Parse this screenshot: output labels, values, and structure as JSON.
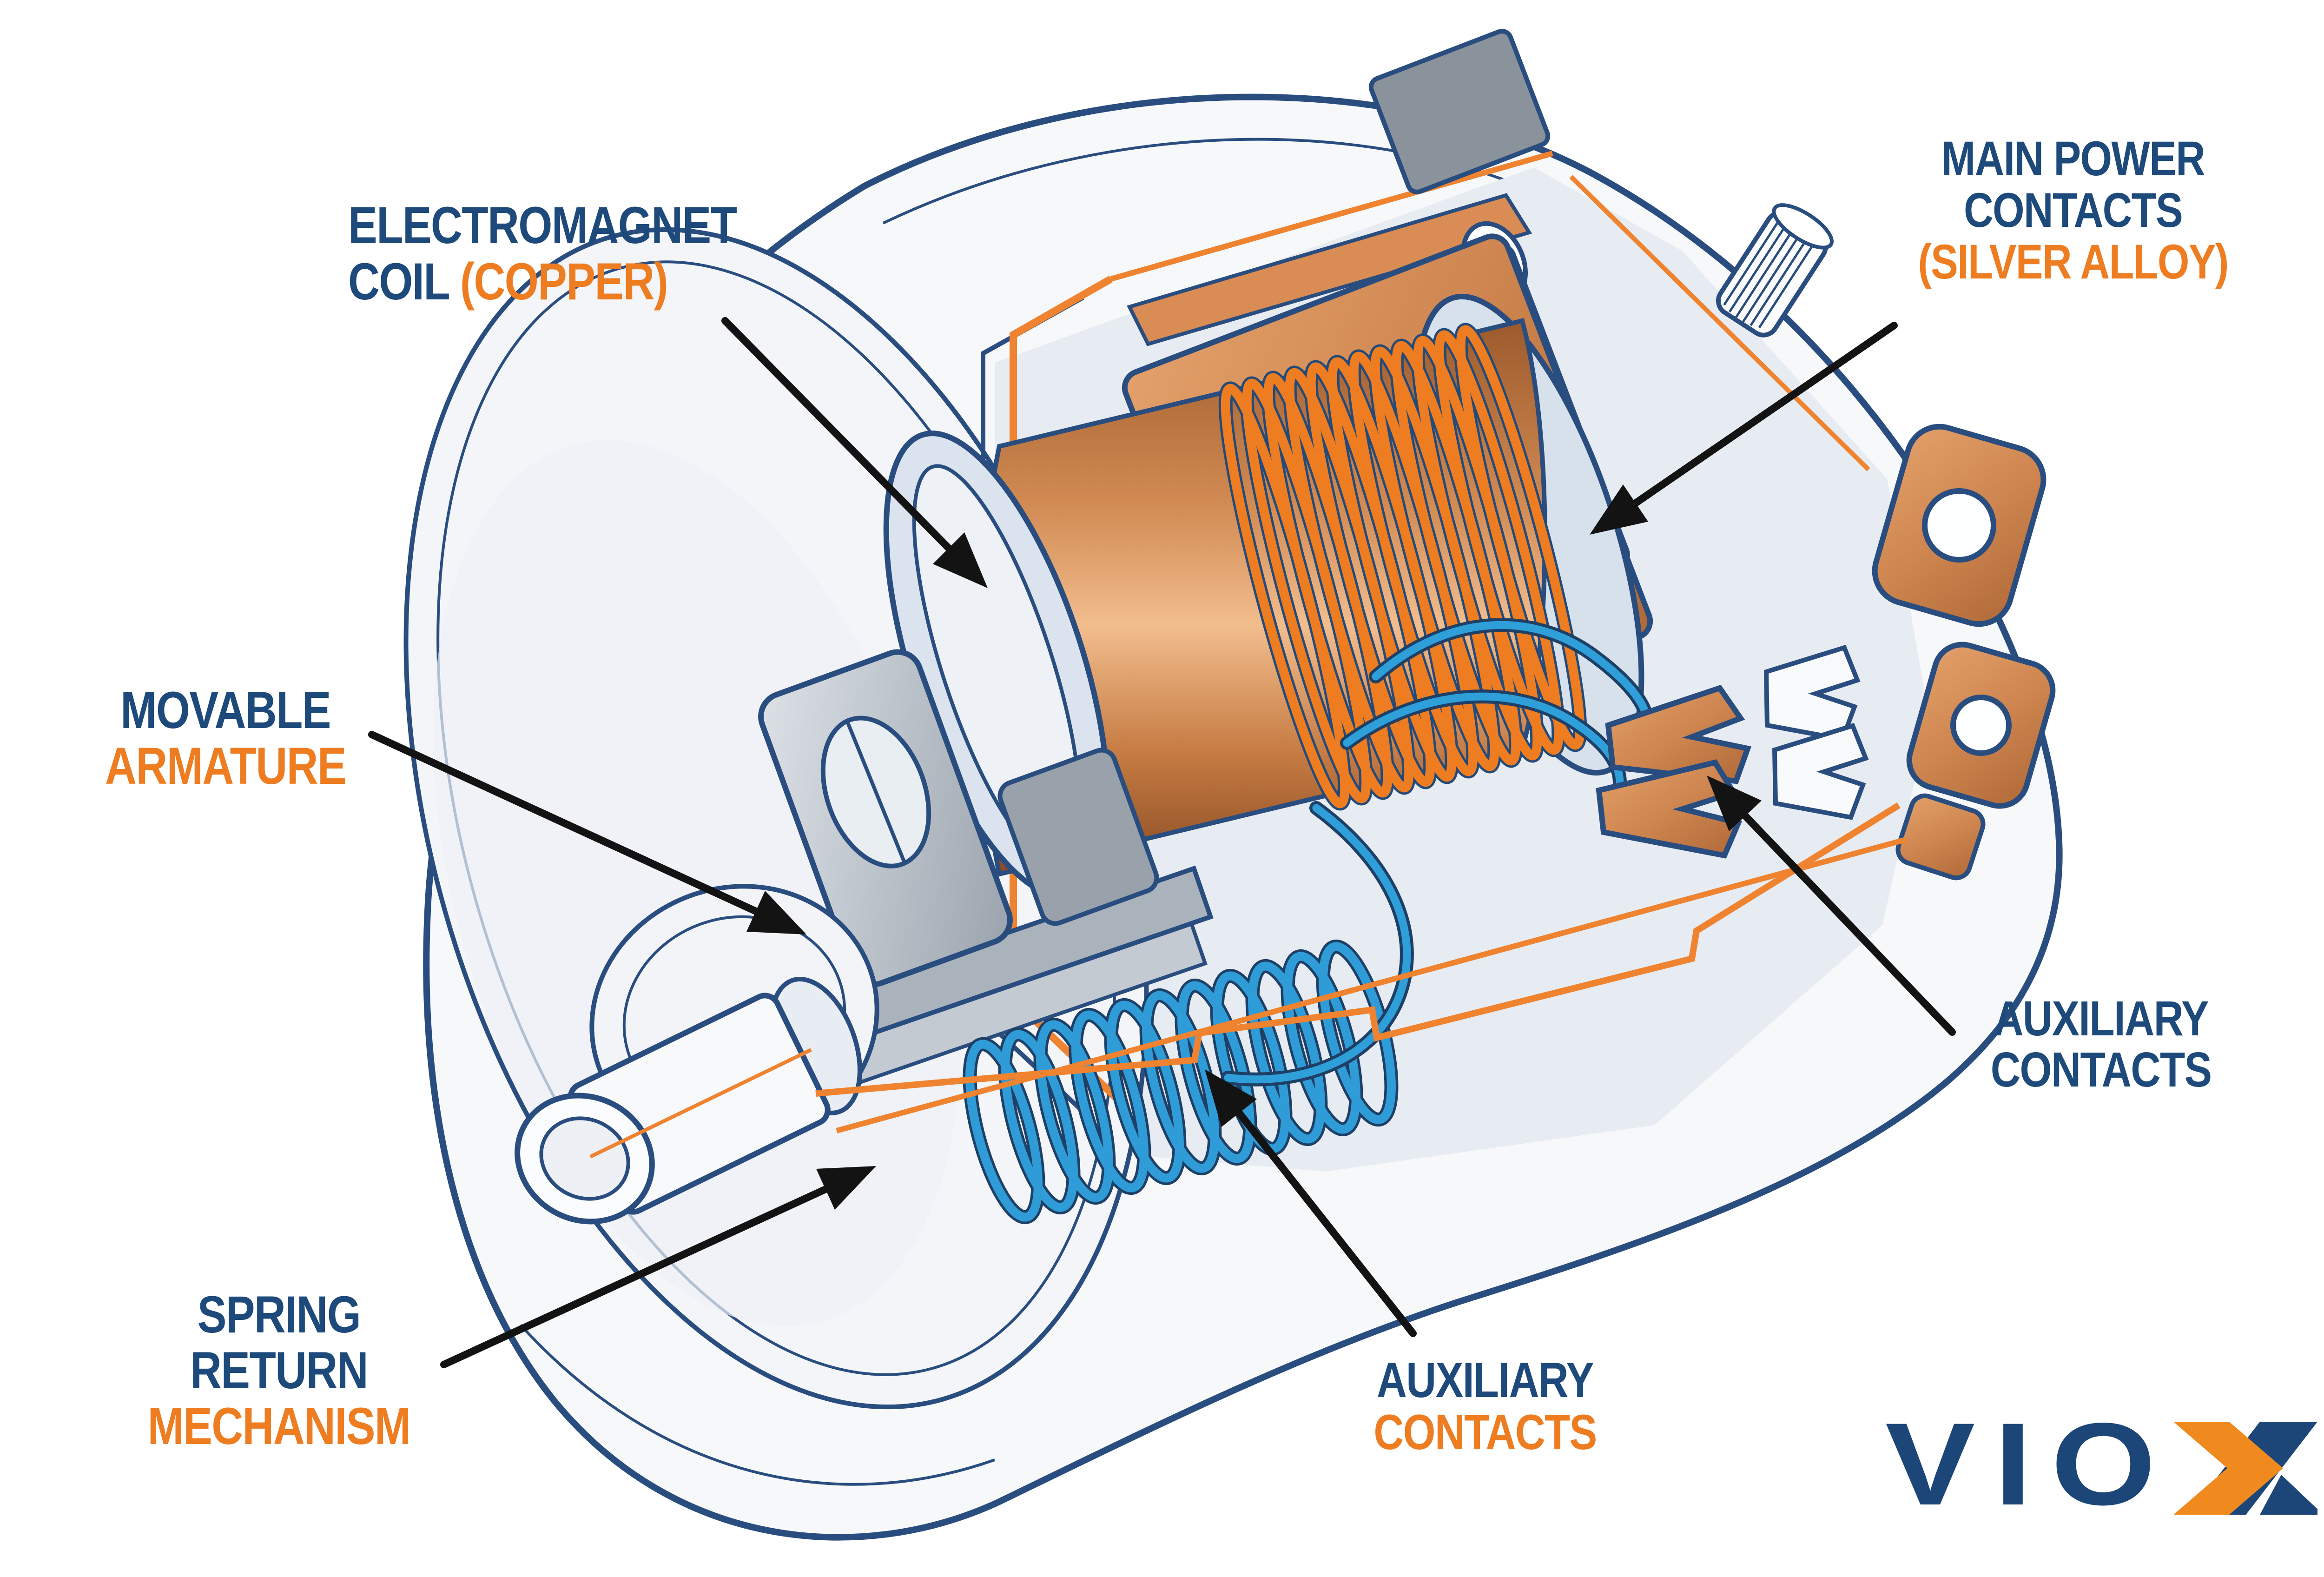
{
  "labels": {
    "electromagnet_coil": {
      "line1": "ELECTROMAGNET",
      "line2_prefix": "COIL ",
      "line2_accent": "(COPPER)"
    },
    "main_power_contacts": {
      "line1": "MAIN POWER",
      "line2": "CONTACTS",
      "line3_accent": "(SILVER ALLOY)"
    },
    "movable_armature": {
      "line1": "MOVABLE",
      "line2_accent": "ARMATURE"
    },
    "auxiliary_contacts_right": {
      "line1": "AUXILIARY",
      "line2": "CONTACTS"
    },
    "spring_return_mechanism": {
      "line1": "SPRING",
      "line2": "RETURN",
      "line3_accent": "MECHANISM"
    },
    "auxiliary_contacts_bottom": {
      "line1": "AUXILIARY",
      "line2_accent": "CONTACTS"
    }
  },
  "logo": {
    "text_main": "VIO",
    "text_accent_letter": "X"
  },
  "colors": {
    "label_navy": "#1d4a7b",
    "label_orange": "#ee7d22",
    "outline_navy": "#2a4d80",
    "cut_edge_orange": "#ef8330",
    "copper": "#c87e47",
    "wire_blue": "#2f9cd8",
    "silver": "#aab2bb",
    "arrow_black": "#131313",
    "background": "#ffffff"
  },
  "diagram": {
    "type": "cutaway illustration",
    "subject": "electromagnetic relay cutaway",
    "parts": [
      "outer case",
      "electromagnet coil",
      "coil windings",
      "mounting plate",
      "movable armature",
      "spring return mechanism",
      "auxiliary contacts",
      "main power contacts",
      "terminal lugs",
      "adjustment knob",
      "plunger shaft",
      "control wires"
    ]
  }
}
